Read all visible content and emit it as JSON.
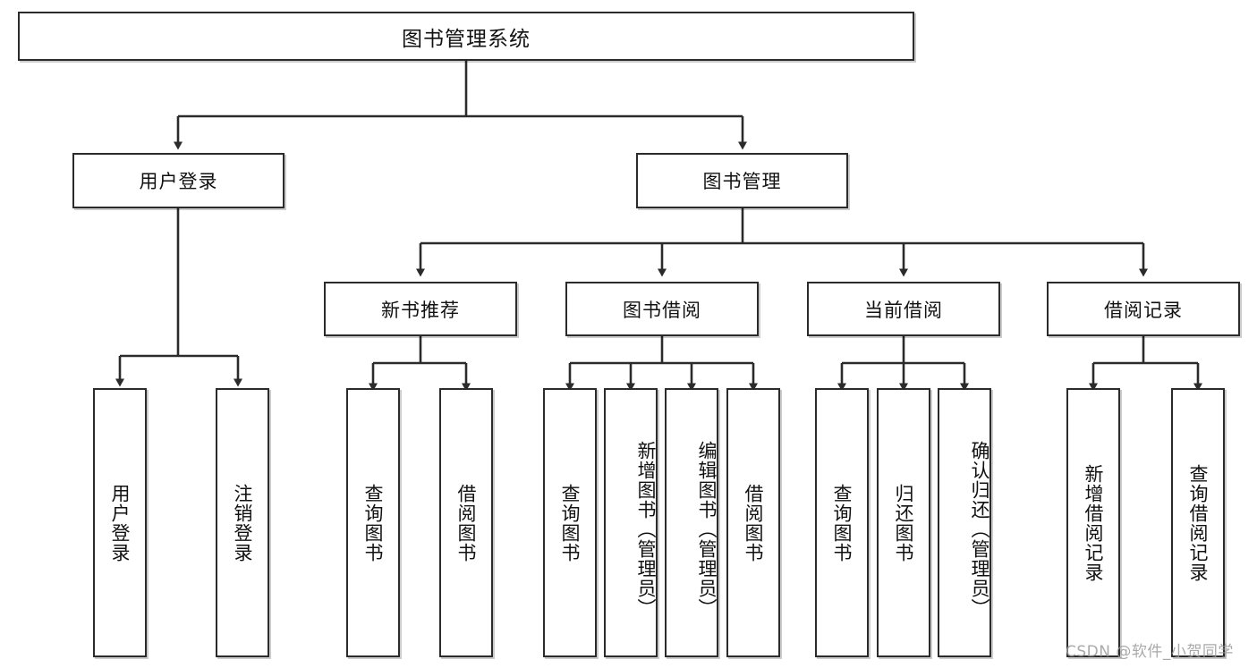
{
  "diagram": {
    "type": "tree-hierarchy",
    "title": "图书管理系统",
    "watermark": "CSDN @软件_小贺同学",
    "root": {
      "id": "root",
      "label": "图书管理系统"
    },
    "level2": [
      {
        "id": "user-login",
        "label": "用户登录"
      },
      {
        "id": "book-manage",
        "label": "图书管理"
      }
    ],
    "level3": [
      {
        "id": "new-book-rec",
        "label": "新书推荐",
        "parent": "book-manage"
      },
      {
        "id": "book-borrow",
        "label": "图书借阅",
        "parent": "book-manage"
      },
      {
        "id": "current-borrow",
        "label": "当前借阅",
        "parent": "book-manage"
      },
      {
        "id": "borrow-record",
        "label": "借阅记录",
        "parent": "book-manage"
      }
    ],
    "leaves": [
      {
        "id": "leaf-user-login",
        "label": "用户登录",
        "parent": "user-login"
      },
      {
        "id": "leaf-user-logout",
        "label": "注销登录",
        "parent": "user-login"
      },
      {
        "id": "leaf-query-book-1",
        "label": "查询图书",
        "parent": "new-book-rec"
      },
      {
        "id": "leaf-borrow-book-1",
        "label": "借阅图书",
        "parent": "new-book-rec"
      },
      {
        "id": "leaf-query-book-2",
        "label": "查询图书",
        "parent": "book-borrow"
      },
      {
        "id": "leaf-add-book",
        "label": "新增图书（管理员）",
        "parent": "book-borrow"
      },
      {
        "id": "leaf-edit-book",
        "label": "编辑图书（管理员）",
        "parent": "book-borrow"
      },
      {
        "id": "leaf-borrow-book-2",
        "label": "借阅图书",
        "parent": "book-borrow"
      },
      {
        "id": "leaf-query-book-3",
        "label": "查询图书",
        "parent": "current-borrow"
      },
      {
        "id": "leaf-return-book",
        "label": "归还图书",
        "parent": "current-borrow"
      },
      {
        "id": "leaf-confirm-return",
        "label": "确认归还（管理员）",
        "parent": "current-borrow"
      },
      {
        "id": "leaf-add-record",
        "label": "新增借阅记录",
        "parent": "borrow-record"
      },
      {
        "id": "leaf-query-record",
        "label": "查询借阅记录",
        "parent": "borrow-record"
      }
    ],
    "colors": {
      "box_border": "#2b2b2b",
      "box_fill": "#ffffff",
      "connector": "#2b2b2b",
      "text": "#111111",
      "watermark": "#9b9b9b",
      "background": "#ffffff"
    }
  }
}
